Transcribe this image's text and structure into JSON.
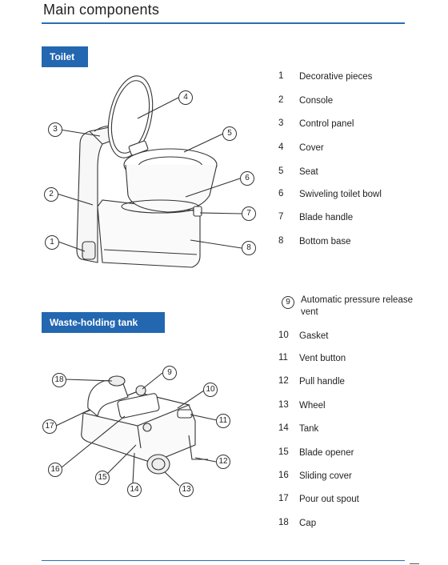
{
  "page": {
    "title": "Main components"
  },
  "sections": {
    "toilet": "Toilet",
    "tank": "Waste-holding tank"
  },
  "toilet_callouts": [
    "1",
    "2",
    "3",
    "4",
    "5",
    "6",
    "7",
    "8"
  ],
  "tank_callouts": [
    "9",
    "10",
    "11",
    "12",
    "13",
    "14",
    "15",
    "16",
    "17",
    "18"
  ],
  "legend": [
    {
      "num": "1",
      "label": "Decorative pieces"
    },
    {
      "num": "2",
      "label": "Console"
    },
    {
      "num": "3",
      "label": "Control panel"
    },
    {
      "num": "4",
      "label": "Cover"
    },
    {
      "num": "5",
      "label": "Seat"
    },
    {
      "num": "6",
      "label": "Swiveling toilet bowl"
    },
    {
      "num": "7",
      "label": "Blade handle"
    },
    {
      "num": "8",
      "label": "Bottom base"
    },
    {
      "num": "9",
      "label": "Automatic pressure release vent"
    },
    {
      "num": "10",
      "label": "Gasket"
    },
    {
      "num": "11",
      "label": "Vent button"
    },
    {
      "num": "12",
      "label": "Pull handle"
    },
    {
      "num": "13",
      "label": "Wheel"
    },
    {
      "num": "14",
      "label": "Tank"
    },
    {
      "num": "15",
      "label": "Blade opener"
    },
    {
      "num": "16",
      "label": "Sliding cover"
    },
    {
      "num": "17",
      "label": "Pour out spout"
    },
    {
      "num": "18",
      "label": "Cap"
    }
  ]
}
